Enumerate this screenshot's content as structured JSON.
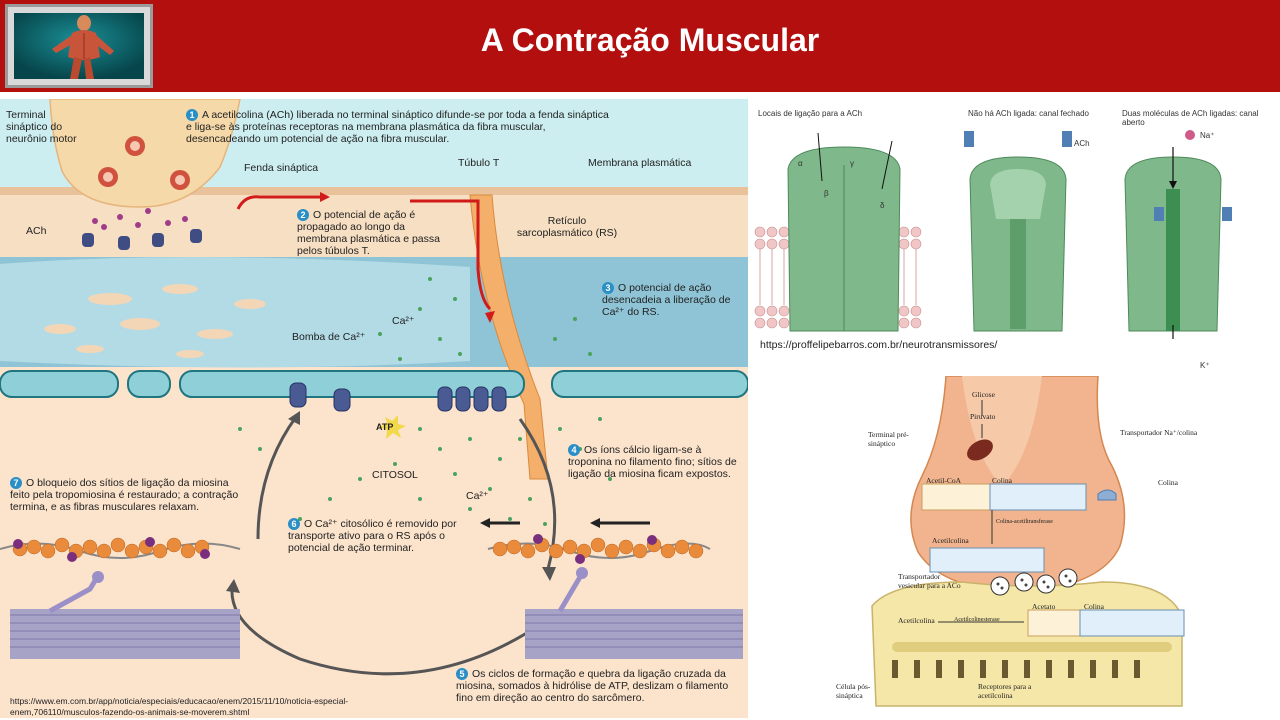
{
  "header": {
    "title": "A Contração Muscular",
    "logo_icon": "muscle-anatomy-icon",
    "bg_color": "#b30f0f"
  },
  "left_figure": {
    "labels": {
      "terminal": "Terminal sináptico do neurônio motor",
      "fenda": "Fenda sináptica",
      "ach": "ACh",
      "tubulo": "Túbulo T",
      "membrana": "Membrana plasmática",
      "reticulo": "Retículo sarcoplasmático (RS)",
      "bomba": "Bomba de Ca²⁺",
      "ca1": "Ca²⁺",
      "ca2": "Ca²⁺",
      "atp": "ATP",
      "citosol": "CITOSOL"
    },
    "steps": [
      {
        "n": "1",
        "text": "A acetilcolina (ACh) liberada no terminal sináptico difunde-se por toda a fenda sináptica e liga-se às proteínas receptoras na membrana plasmática da fibra muscular, desencadeando um potencial de ação na fibra muscular."
      },
      {
        "n": "2",
        "text": "O potencial de ação é propagado ao longo da membrana plasmática e passa pelos túbulos T."
      },
      {
        "n": "3",
        "text": "O potencial de ação desencadeia a liberação de Ca²⁺ do RS."
      },
      {
        "n": "4",
        "text": "Os íons cálcio ligam-se à troponina no filamento fino; sítios de ligação da miosina ficam expostos."
      },
      {
        "n": "5",
        "text": "Os ciclos de formação e quebra da ligação cruzada da miosina, somados à hidrólise de ATP, deslizam o filamento fino em direção ao centro do sarcômero."
      },
      {
        "n": "6",
        "text": "O Ca²⁺ citosólico é removido por transporte ativo para o RS após o potencial de ação terminar."
      },
      {
        "n": "7",
        "text": "O bloqueio dos sítios de ligação da miosina feito pela tropomiosina é restaurado; a contração termina, e as fibras musculares relaxam."
      }
    ],
    "source_url": "https://www.em.com.br/app/noticia/especiais/educacao/enem/2015/11/10/noticia-especial-enem,706110/musculos-fazendo-os-animais-se-moverem.shtml"
  },
  "right_top_figure": {
    "captions": [
      "Locais de ligação para a ACh",
      "Não há ACh ligada: canal fechado",
      "Duas moléculas de ACh ligadas: canal aberto"
    ],
    "subunits": [
      "α",
      "γ",
      "β",
      "δ"
    ],
    "ach_label": "ACh",
    "na_label": "Na⁺",
    "k_label": "K⁺",
    "source_url": "https://proffelipebarros.com.br/neurotransmissores/"
  },
  "right_bottom_figure": {
    "labels": {
      "terminal": "Terminal pré-sináptico",
      "glicose": "Glicose",
      "piruvato": "Piruvato",
      "transportador_na": "Transportador Na⁺/colina",
      "colina_top": "Colina",
      "acetil_coa": "Acetil-CoA",
      "colina": "Colina",
      "colina_acetiltransferase": "Colina-acetiltransferase",
      "acetilcolina": "Acetilcolina",
      "transportador_vesicular": "Transportador vesicular para a ACo",
      "acetilcolina2": "Acetilcolina",
      "acetilcolinesterase": "Acetilcolinesterase",
      "acetato": "Acetato",
      "colina2": "Colina",
      "celula": "Célula pós-sináptica",
      "receptores": "Receptores para a acetilcolina"
    }
  }
}
